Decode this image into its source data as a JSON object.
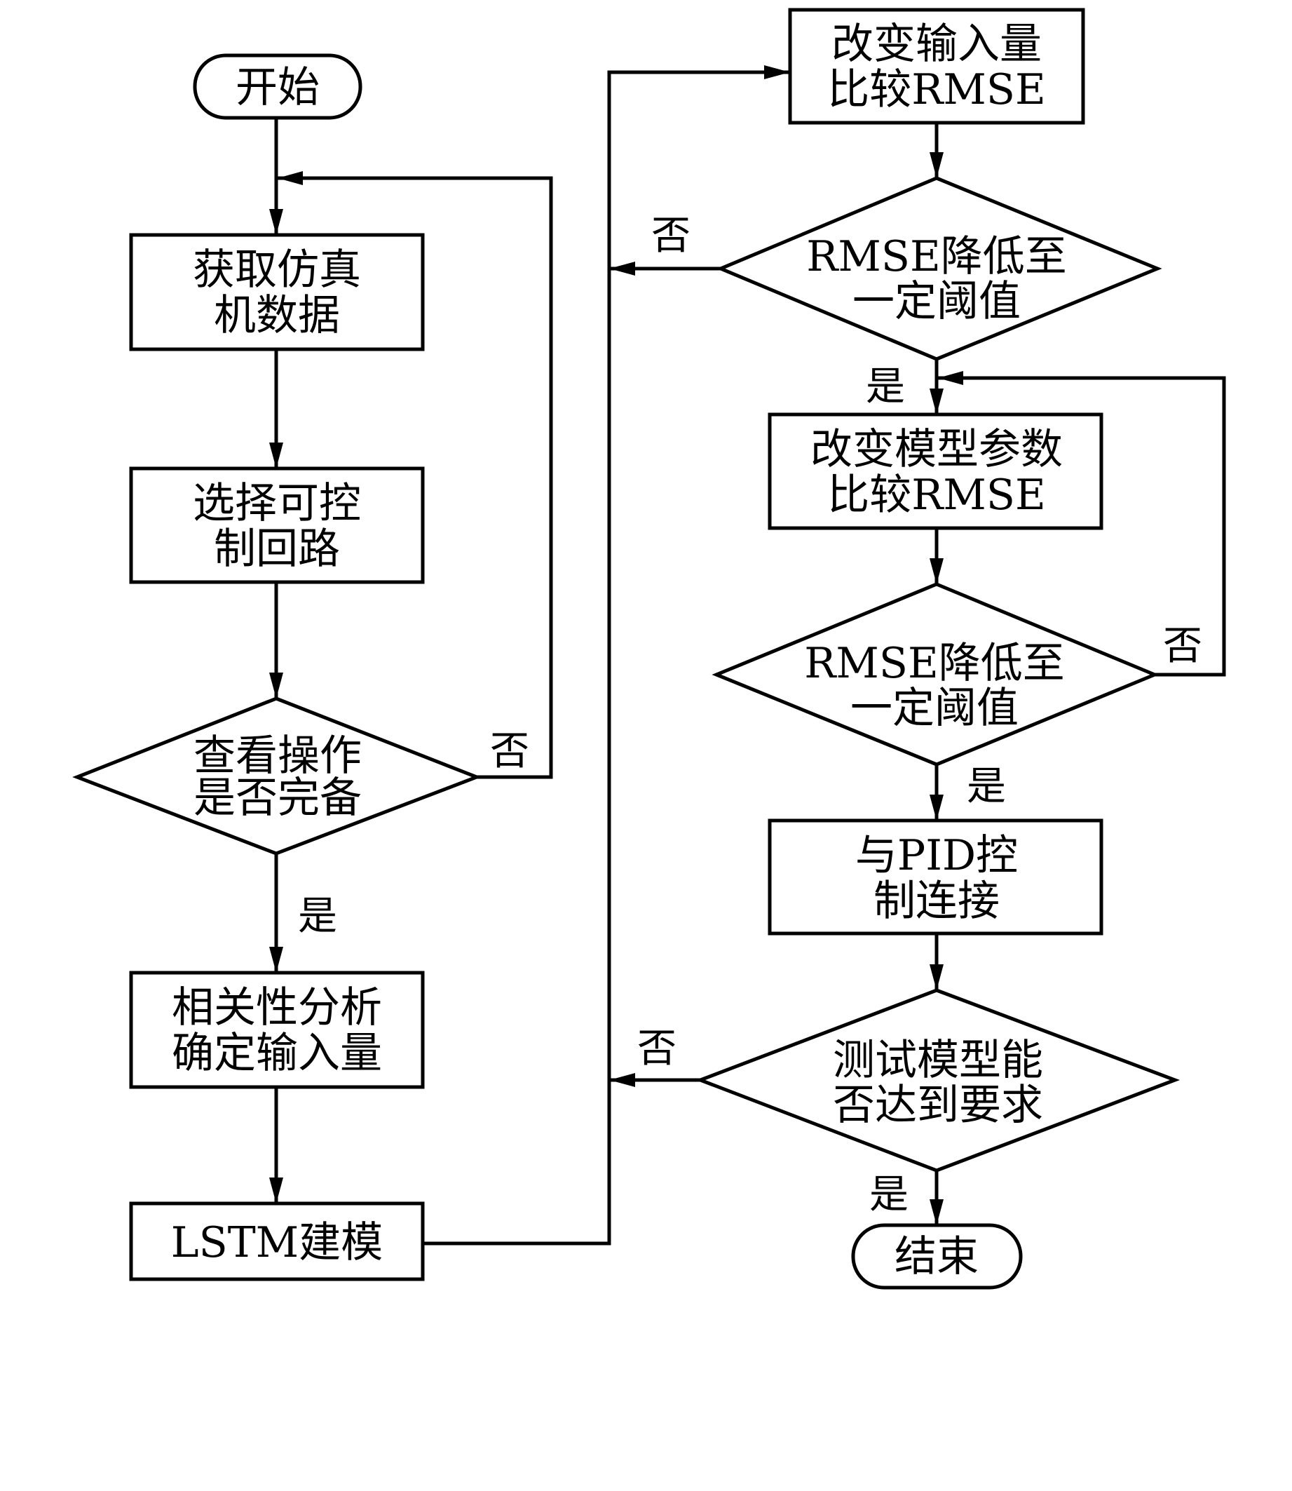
{
  "diagram": {
    "type": "flowchart",
    "nodes": {
      "start": {
        "kind": "terminal",
        "lines": [
          "开始"
        ]
      },
      "get_data": {
        "kind": "process",
        "lines": [
          "获取仿真",
          "机数据"
        ]
      },
      "select_loop": {
        "kind": "process",
        "lines": [
          "选择可控",
          "制回路"
        ]
      },
      "check_ops": {
        "kind": "decision",
        "lines": [
          "查看操作",
          "是否完备"
        ]
      },
      "correlation": {
        "kind": "process",
        "lines": [
          "相关性分析",
          "确定输入量"
        ]
      },
      "lstm": {
        "kind": "process",
        "lines": [
          "LSTM建模"
        ]
      },
      "change_input": {
        "kind": "process",
        "lines": [
          "改变输入量",
          "比较RMSE"
        ]
      },
      "rmse_check1": {
        "kind": "decision",
        "lines": [
          "RMSE降低至",
          "一定阈值"
        ]
      },
      "change_params": {
        "kind": "process",
        "lines": [
          "改变模型参数",
          "比较RMSE"
        ]
      },
      "rmse_check2": {
        "kind": "decision",
        "lines": [
          "RMSE降低至",
          "一定阈值"
        ]
      },
      "pid": {
        "kind": "process",
        "lines": [
          "与PID控",
          "制连接"
        ]
      },
      "test_model": {
        "kind": "decision",
        "lines": [
          "测试模型能",
          "否达到要求"
        ]
      },
      "end": {
        "kind": "terminal",
        "lines": [
          "结束"
        ]
      }
    },
    "edge_labels": {
      "check_ops_no": "否",
      "check_ops_yes": "是",
      "rmse1_no": "否",
      "rmse1_yes": "是",
      "rmse2_no": "否",
      "rmse2_yes": "是",
      "test_no": "否",
      "test_yes": "是"
    },
    "edges": [
      {
        "from": "start",
        "to": "get_data"
      },
      {
        "from": "get_data",
        "to": "select_loop"
      },
      {
        "from": "select_loop",
        "to": "check_ops"
      },
      {
        "from": "check_ops",
        "to": "get_data",
        "label": "否"
      },
      {
        "from": "check_ops",
        "to": "correlation",
        "label": "是"
      },
      {
        "from": "correlation",
        "to": "lstm"
      },
      {
        "from": "lstm",
        "to": "change_input"
      },
      {
        "from": "change_input",
        "to": "rmse_check1"
      },
      {
        "from": "rmse_check1",
        "to": "change_input",
        "label": "否"
      },
      {
        "from": "rmse_check1",
        "to": "change_params",
        "label": "是"
      },
      {
        "from": "change_params",
        "to": "rmse_check2"
      },
      {
        "from": "rmse_check2",
        "to": "change_params",
        "label": "否"
      },
      {
        "from": "rmse_check2",
        "to": "pid",
        "label": "是"
      },
      {
        "from": "pid",
        "to": "test_model"
      },
      {
        "from": "test_model",
        "to": "change_input",
        "label": "否"
      },
      {
        "from": "test_model",
        "to": "end",
        "label": "是"
      }
    ]
  }
}
